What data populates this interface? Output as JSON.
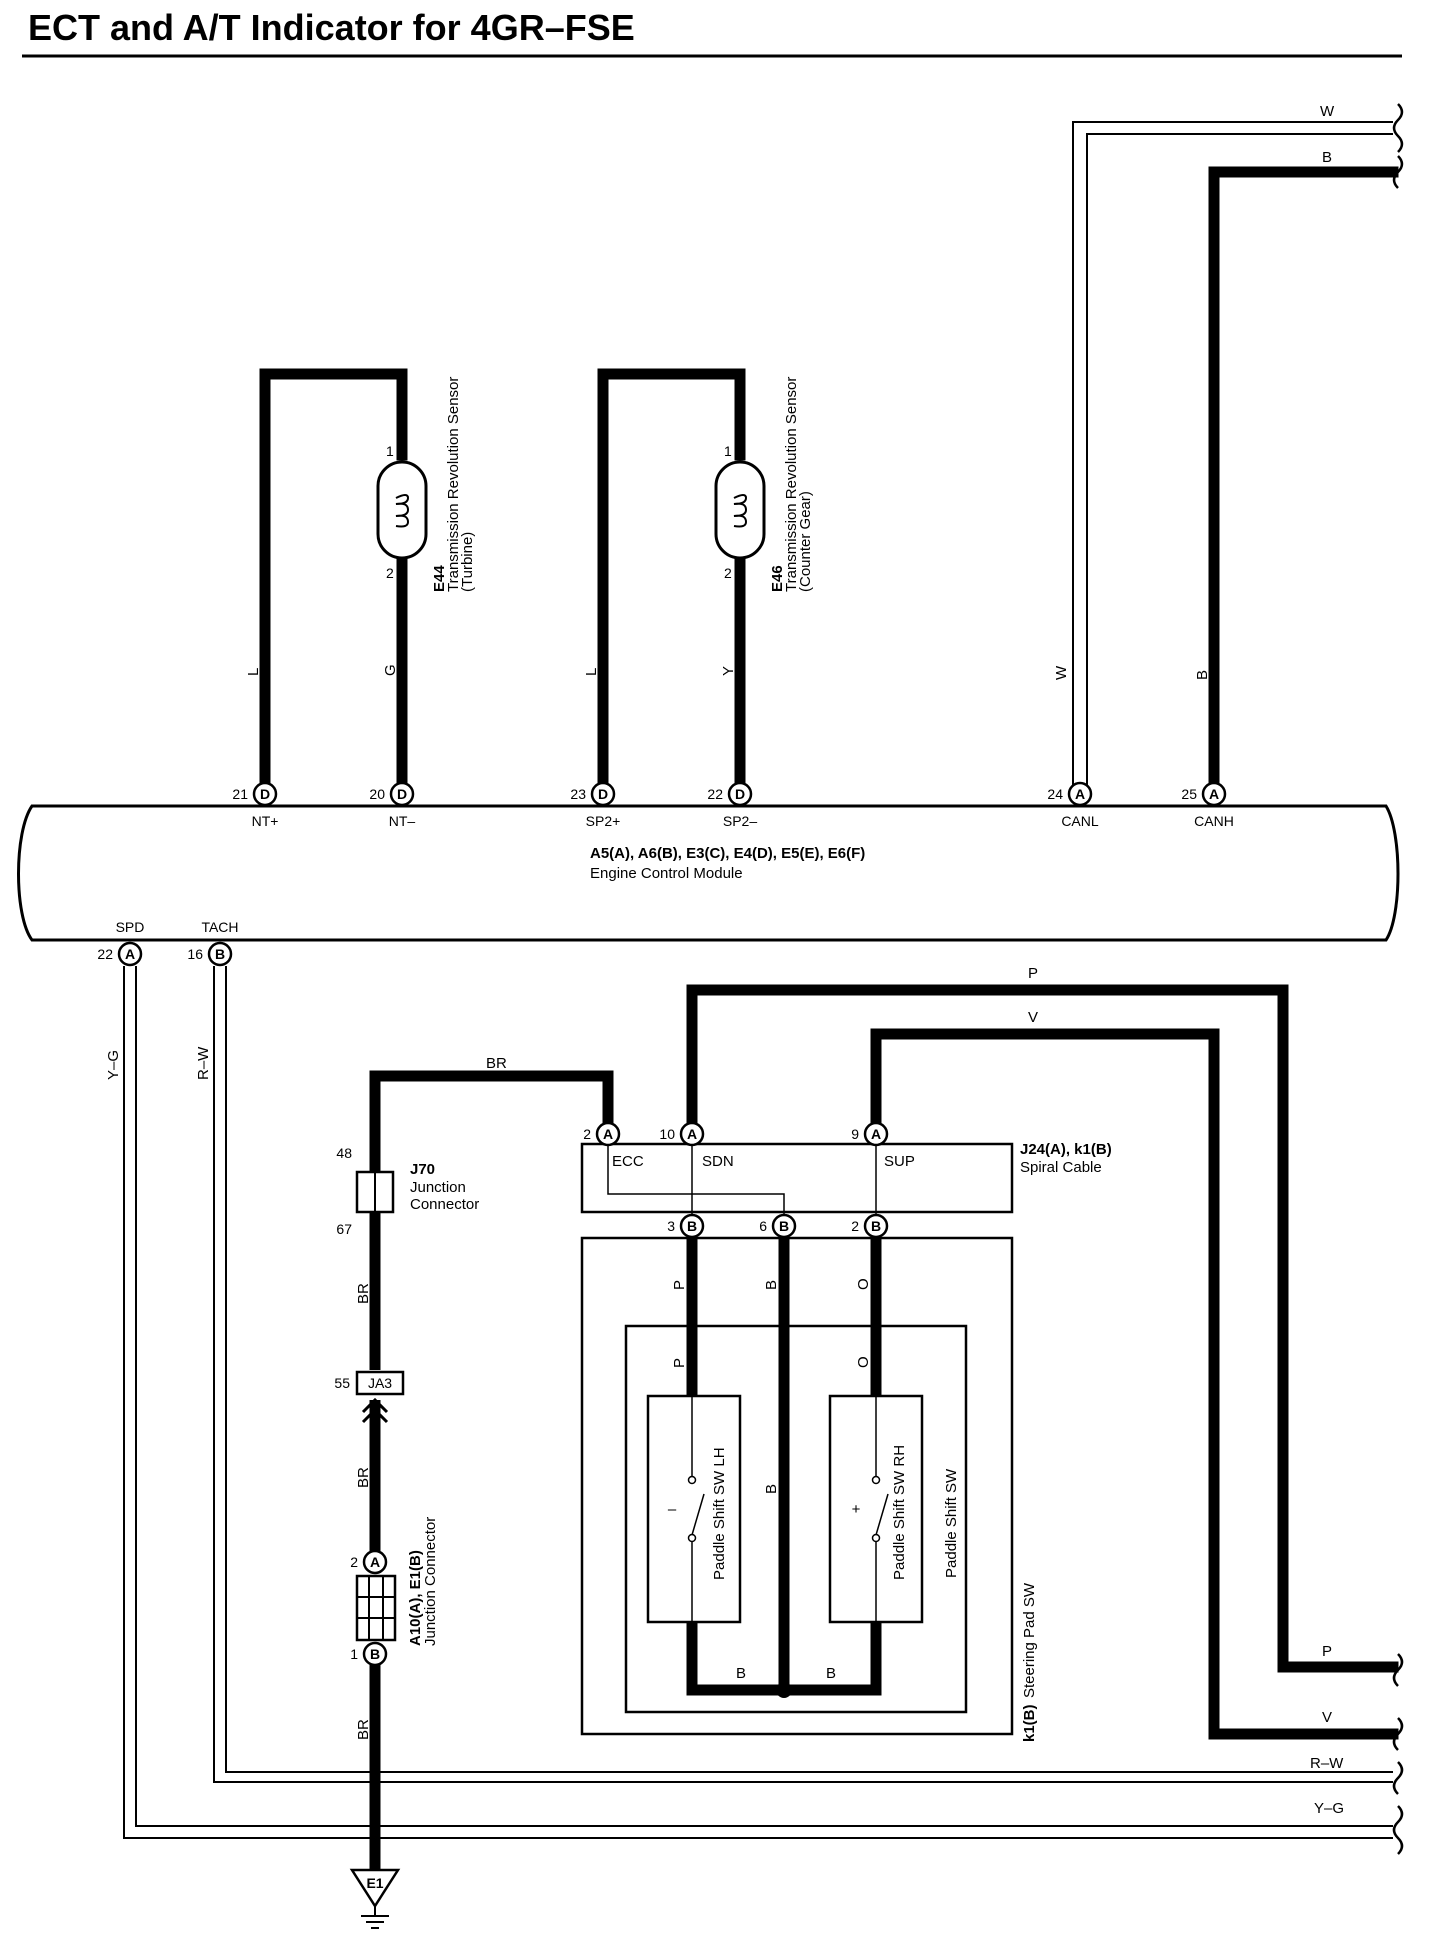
{
  "title": "ECT and A/T Indicator for 4GR–FSE",
  "ecm": {
    "codes": "A5(A), A6(B), E3(C), E4(D), E5(E), E6(F)",
    "name": "Engine Control Module",
    "top_pins": [
      {
        "num": "21",
        "conn": "D",
        "signal": "NT+",
        "wire": "L"
      },
      {
        "num": "20",
        "conn": "D",
        "signal": "NT–",
        "wire": "G"
      },
      {
        "num": "23",
        "conn": "D",
        "signal": "SP2+",
        "wire": "L"
      },
      {
        "num": "22",
        "conn": "D",
        "signal": "SP2–",
        "wire": "Y"
      },
      {
        "num": "24",
        "conn": "A",
        "signal": "CANL",
        "wire": "W"
      },
      {
        "num": "25",
        "conn": "A",
        "signal": "CANH",
        "wire": "B"
      }
    ],
    "bottom_pins": [
      {
        "num": "22",
        "conn": "A",
        "signal": "SPD",
        "wire": "Y–G"
      },
      {
        "num": "16",
        "conn": "B",
        "signal": "TACH",
        "wire": "R–W"
      }
    ]
  },
  "sensors": [
    {
      "code": "E44",
      "name": "Transmission Revolution Sensor",
      "sub": "(Turbine)",
      "pin_top": "1",
      "pin_bottom": "2"
    },
    {
      "code": "E46",
      "name": "Transmission Revolution Sensor",
      "sub": "(Counter Gear)",
      "pin_top": "1",
      "pin_bottom": "2"
    }
  ],
  "can_wires": {
    "top_w": "W",
    "top_b": "B"
  },
  "j70": {
    "code": "J70",
    "name_line1": "Junction",
    "name_line2": "Connector",
    "pin_top": "48",
    "pin_bottom": "67",
    "wire_in": "BR",
    "wire_out": "BR"
  },
  "ja3": {
    "label": "JA3",
    "pin": "55",
    "wire_out": "BR"
  },
  "a10": {
    "code": "A10(A), E1(B)",
    "name": "Junction Connector",
    "pin_top_num": "2",
    "pin_top_conn": "A",
    "pin_bottom_num": "1",
    "pin_bottom_conn": "B",
    "wire_out": "BR"
  },
  "ground": {
    "label": "E1"
  },
  "spiral_cable": {
    "code": "J24(A), k1(B)",
    "name": "Spiral Cable",
    "pins_top": [
      {
        "num": "2",
        "conn": "A",
        "signal": "ECC"
      },
      {
        "num": "10",
        "conn": "A",
        "signal": "SDN"
      },
      {
        "num": "9",
        "conn": "A",
        "signal": "SUP"
      }
    ],
    "pins_bottom": [
      {
        "num": "3",
        "conn": "B"
      },
      {
        "num": "6",
        "conn": "B"
      },
      {
        "num": "2",
        "conn": "B"
      }
    ]
  },
  "steering_pad": {
    "code": "k1(B)",
    "name": "Steering Pad SW",
    "inner_name": "Paddle Shift SW",
    "lh_label": "Paddle Shift SW LH",
    "rh_label": "Paddle Shift SW RH",
    "lh_sign": "–",
    "rh_sign": "+",
    "wires": {
      "p_outer": "P",
      "p_inner": "P",
      "b_mid": "B",
      "o_outer": "O",
      "o_inner": "O",
      "b_bottom_left": "B",
      "b_bottom_right": "B"
    }
  },
  "right_wires": {
    "top_p": "P",
    "top_v": "V",
    "bottom_p": "P",
    "bottom_v": "V",
    "bottom_rw": "R–W",
    "bottom_yg": "Y–G"
  },
  "colors": {
    "line": "#000000",
    "background": "#ffffff"
  }
}
